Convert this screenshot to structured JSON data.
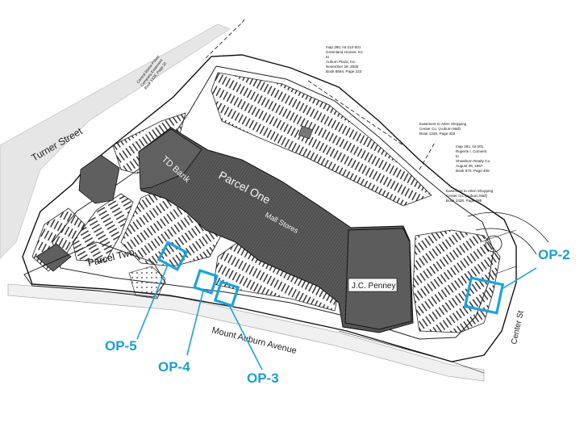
{
  "map": {
    "streets": {
      "turner": "Turner Street",
      "mount_auburn": "Mount Auburn Avenue",
      "center": "Center St"
    },
    "buildings": {
      "parcel_one": "Parcel One",
      "td_bank": "TD Bank",
      "mall_stores": "Mall Stores",
      "jc_penney": "J.C. Penney"
    },
    "parcels": {
      "parcel_two": "Parcel Two"
    },
    "easement_notes": [
      [
        "map 280, lot 010-001",
        "Greenland Homes, Inc",
        "to",
        "Auburn Plaza, Inc.",
        "November 29, 2005",
        "Book 6584, Page 223"
      ],
      [
        "Easement to Arlen Shopping",
        "Center Co. (Auburn Mall)",
        "Book 1328, Page 303"
      ],
      [
        "map 291, lot 001",
        "Ruperts I. Convent",
        "to",
        "Showburn Realty Co.",
        "August 29, 1967",
        "Book 970, Page 406"
      ],
      [
        "Easement to Arlen Shopping",
        "Center Co. (Auburn Mall)",
        "Book 1328, Page 285"
      ],
      [
        "Central Maine Power",
        "Company Easement",
        "Book 1328, Page 22"
      ]
    ],
    "outparcels": [
      {
        "label": "OP-2",
        "color": "#1aa3dd"
      },
      {
        "label": "OP-3",
        "color": "#1aa3dd"
      },
      {
        "label": "OP-4",
        "color": "#1aa3dd"
      },
      {
        "label": "OP-5",
        "color": "#1aa3dd"
      }
    ],
    "colors": {
      "building": "#555555",
      "outparcel": "#1aa3dd",
      "road": "#e8e8e8"
    }
  }
}
